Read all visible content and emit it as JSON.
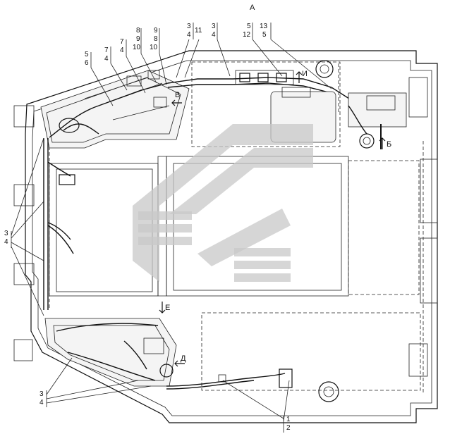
{
  "view_label": "А",
  "callouts": {
    "top": [
      "3",
      "4",
      "11",
      "3",
      "4",
      "8",
      "9",
      "10",
      "9",
      "8",
      "10",
      "7",
      "4",
      "7",
      "4",
      "5",
      "6",
      "5",
      "12",
      "13",
      "5"
    ],
    "left_34": [
      "3",
      "4"
    ],
    "bottom_left_34": [
      "3",
      "4"
    ],
    "bottom_12": [
      "1",
      "2"
    ]
  },
  "section_marks": {
    "v": "В",
    "i": "И",
    "b": "Б",
    "e": "Е",
    "d": "Д"
  },
  "watermark": "logo"
}
